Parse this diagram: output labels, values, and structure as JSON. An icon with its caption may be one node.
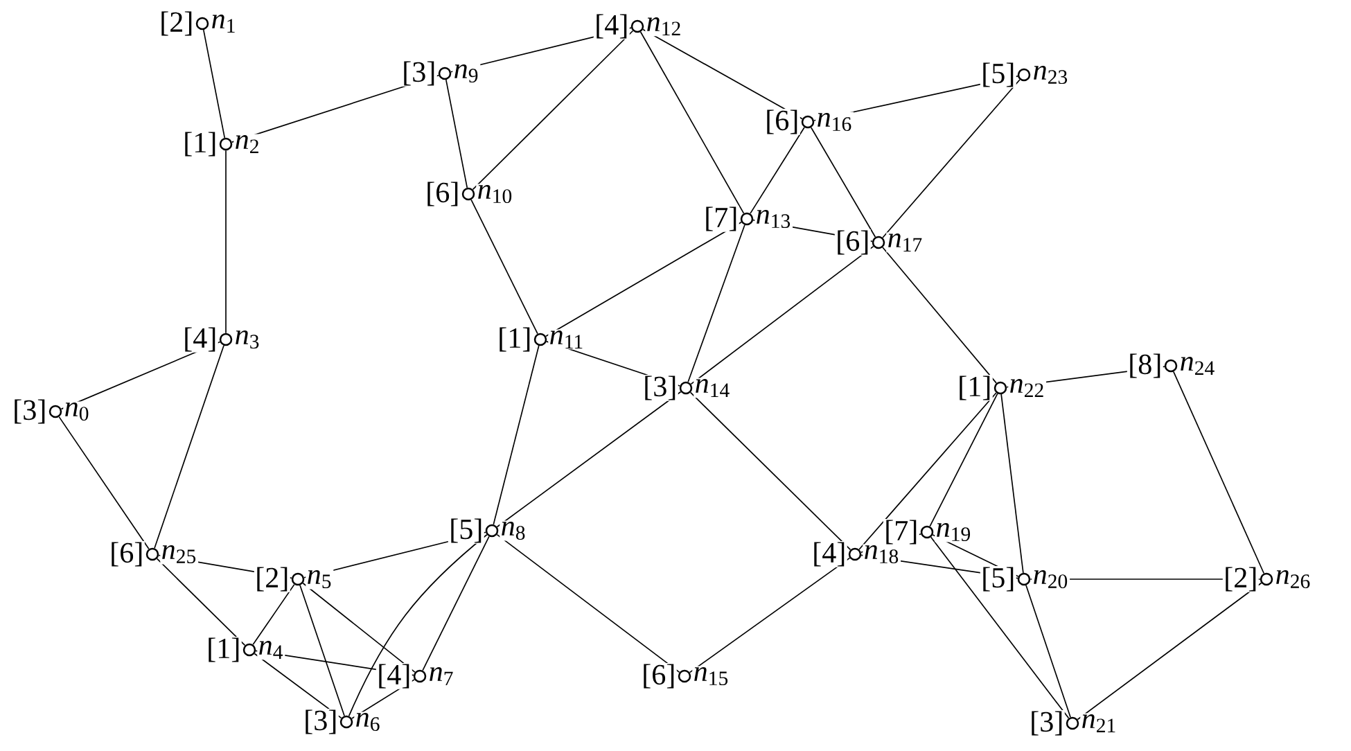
{
  "diagram": {
    "nodes": [
      {
        "text": [
          "[3]",
          "*n*$_{0}$"
        ]
      },
      {
        "text": [
          "[2]",
          "*n*$_{1}$"
        ]
      },
      {
        "text": [
          "[1]",
          "*n*$_{2}$"
        ]
      },
      {
        "text": [
          "[4]",
          "*n*$_{3}$"
        ]
      },
      {
        "text": [
          "[1]",
          "*n*$_{4}$"
        ]
      },
      {
        "text": [
          "[2]",
          "*n*$_{5}$"
        ]
      },
      {
        "text": [
          "[3]",
          "*n*$_{6}$"
        ]
      },
      {
        "text": [
          "[4]",
          "*n*$_{7}$"
        ]
      },
      {
        "text": [
          "[5]",
          "*n*$_{8}$"
        ]
      },
      {
        "text": [
          "[3]",
          "*n*$_{9}$"
        ]
      },
      {
        "text": [
          "[6]",
          "*n*$_{10}$"
        ]
      },
      {
        "text": [
          "[1]",
          "*n*$_{11}$"
        ]
      },
      {
        "text": [
          "[4]",
          "*n*$_{12}$"
        ]
      },
      {
        "text": [
          "[7]",
          "*n*$_{13}$"
        ]
      },
      {
        "text": [
          "[3]",
          "*n*$_{14}$"
        ]
      },
      {
        "text": [
          "[6]",
          "*n*$_{15}$"
        ]
      },
      {
        "text": [
          "[6]",
          "*n*$_{16}$"
        ]
      },
      {
        "text": [
          "[6]",
          "*n*$_{17}$"
        ]
      },
      {
        "text": [
          "[4]",
          "*n*$_{18}$"
        ]
      },
      {
        "text": [
          "[7]",
          "*n*$_{19}$"
        ]
      },
      {
        "text": [
          "[5]",
          "*n*$_{20}$"
        ]
      },
      {
        "text": [
          "[3]",
          "*n*$_{21}$"
        ]
      },
      {
        "text": [
          "[1]",
          "*n*$_{22}$"
        ]
      },
      {
        "text": [
          "[5]",
          "*n*$_{23}$"
        ]
      },
      {
        "text": [
          "[8]",
          "*n*$_{24}$"
        ]
      },
      {
        "text": [
          "[6]",
          "*n*$_{25}$"
        ]
      },
      {
        "text": [
          "[2]",
          "*n*$_{26}$"
        ]
      }
    ],
    "edges": [
      {
        "from": 1,
        "to": 2,
        "arrow": "none"
      },
      {
        "from": 2,
        "to": 9,
        "arrow": "none"
      },
      {
        "from": 2,
        "to": 3,
        "arrow": "none"
      },
      {
        "from": 3,
        "to": 0,
        "arrow": "none"
      },
      {
        "from": 3,
        "to": 25,
        "arrow": "none"
      },
      {
        "from": 0,
        "to": 25,
        "arrow": "none"
      },
      {
        "from": 25,
        "to": 4,
        "arrow": "none"
      },
      {
        "from": 25,
        "to": 5,
        "arrow": "none"
      },
      {
        "from": 4,
        "to": 5,
        "arrow": "none"
      },
      {
        "from": 4,
        "to": 6,
        "arrow": "none"
      },
      {
        "from": 4,
        "to": 7,
        "arrow": "none"
      },
      {
        "from": 5,
        "to": 6,
        "arrow": "none"
      },
      {
        "from": 5,
        "to": 7,
        "arrow": "none"
      },
      {
        "from": 5,
        "to": 8,
        "arrow": "none"
      },
      {
        "from": 6,
        "to": 7,
        "arrow": "none"
      },
      {
        "from": 6,
        "to": 8,
        "arrow": "none"
      },
      {
        "from": 7,
        "to": 8,
        "arrow": "none"
      },
      {
        "from": 8,
        "to": 11,
        "arrow": "none"
      },
      {
        "from": 8,
        "to": 14,
        "arrow": "none"
      },
      {
        "from": 8,
        "to": 15,
        "arrow": "none"
      },
      {
        "from": 9,
        "to": 12,
        "arrow": "none"
      },
      {
        "from": 9,
        "to": 10,
        "arrow": "none"
      },
      {
        "from": 10,
        "to": 12,
        "arrow": "none"
      },
      {
        "from": 10,
        "to": 11,
        "arrow": "none"
      },
      {
        "from": 11,
        "to": 13,
        "arrow": "none"
      },
      {
        "from": 11,
        "to": 14,
        "arrow": "none"
      },
      {
        "from": 12,
        "to": 16,
        "arrow": "none"
      },
      {
        "from": 12,
        "to": 13,
        "arrow": "none"
      },
      {
        "from": 13,
        "to": 16,
        "arrow": "none"
      },
      {
        "from": 13,
        "to": 17,
        "arrow": "none"
      },
      {
        "from": 13,
        "to": 14,
        "arrow": "none"
      },
      {
        "from": 14,
        "to": 17,
        "arrow": "none"
      },
      {
        "from": 14,
        "to": 18,
        "arrow": "none"
      },
      {
        "from": 16,
        "to": 23,
        "arrow": "none"
      },
      {
        "from": 16,
        "to": 17,
        "arrow": "none"
      },
      {
        "from": 17,
        "to": 23,
        "arrow": "none"
      },
      {
        "from": 17,
        "to": 22,
        "arrow": "none"
      },
      {
        "from": 22,
        "to": 24,
        "arrow": "none"
      },
      {
        "from": 22,
        "to": 18,
        "arrow": "none"
      },
      {
        "from": 22,
        "to": 19,
        "arrow": "none"
      },
      {
        "from": 22,
        "to": 20,
        "arrow": "none"
      },
      {
        "from": 15,
        "to": 18,
        "arrow": "none"
      },
      {
        "from": 18,
        "to": 19,
        "arrow": "none"
      },
      {
        "from": 18,
        "to": 20,
        "arrow": "none"
      },
      {
        "from": 19,
        "to": 20,
        "arrow": "none"
      },
      {
        "from": 19,
        "to": 21,
        "arrow": "none"
      },
      {
        "from": 20,
        "to": 21,
        "arrow": "none"
      },
      {
        "from": 20,
        "to": 26,
        "arrow": "none"
      },
      {
        "from": 24,
        "to": 26,
        "arrow": "none"
      },
      {
        "from": 26,
        "to": 21,
        "arrow": "none"
      }
    ]
  }
}
